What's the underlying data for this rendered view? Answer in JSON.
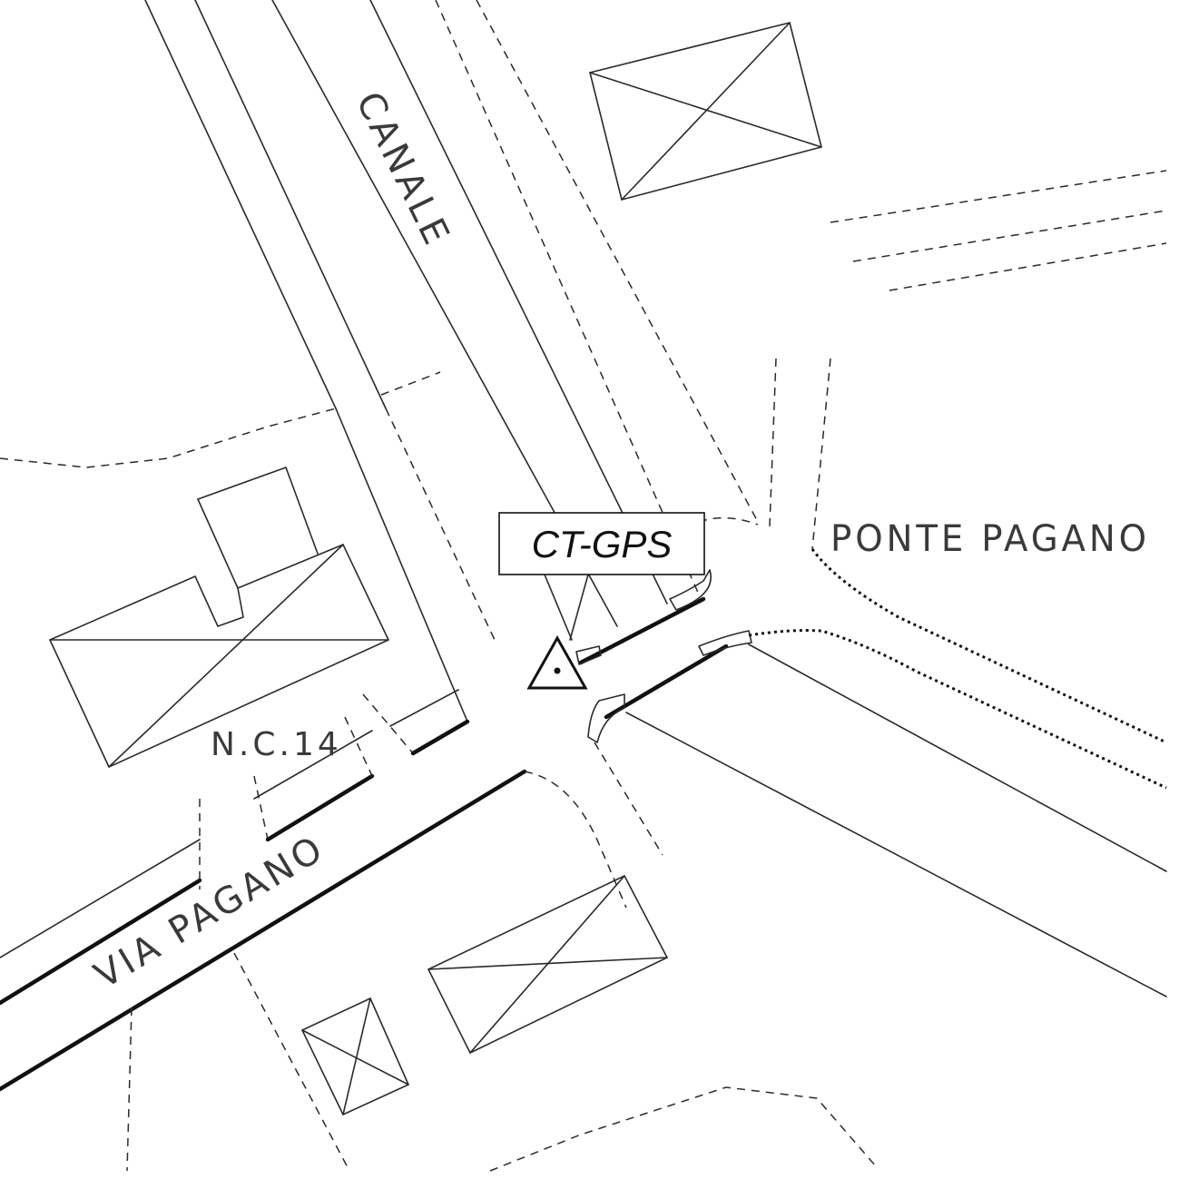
{
  "labels": {
    "canale": "CANALE",
    "ponte_pagano": "PONTE PAGANO",
    "via_pagano": "VIA PAGANO",
    "nc14": "N.C.14",
    "station": "CT-GPS"
  },
  "icons": {
    "station": "triangle-with-dot-icon"
  },
  "colors": {
    "line": "#2a2a2a",
    "background": "#ffffff"
  }
}
